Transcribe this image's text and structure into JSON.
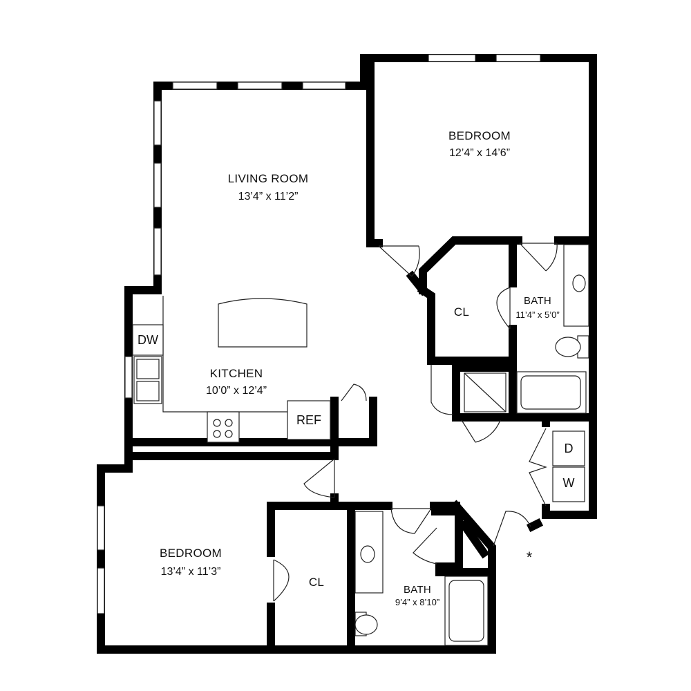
{
  "rooms": {
    "bedroom_1": {
      "name": "BEDROOM",
      "dimensions": "12’4” x 14’6”"
    },
    "living_room": {
      "name": "LIVING ROOM",
      "dimensions": "13’4” x 11’2”"
    },
    "kitchen": {
      "name": "KITCHEN",
      "dimensions": "10’0” x 12’4”"
    },
    "bath_1": {
      "name": "BATH",
      "dimensions": "11’4” x 5’0”"
    },
    "closet_1": {
      "name": "CL"
    },
    "bedroom_2": {
      "name": "BEDROOM",
      "dimensions": "13’4” x 11’3”"
    },
    "closet_2": {
      "name": "CL"
    },
    "bath_2": {
      "name": "BATH",
      "dimensions": "9’4” x 8’10”"
    }
  },
  "fixtures": {
    "dishwasher": "DW",
    "refrigerator": "REF",
    "dryer": "D",
    "washer": "W"
  },
  "marker": "*"
}
